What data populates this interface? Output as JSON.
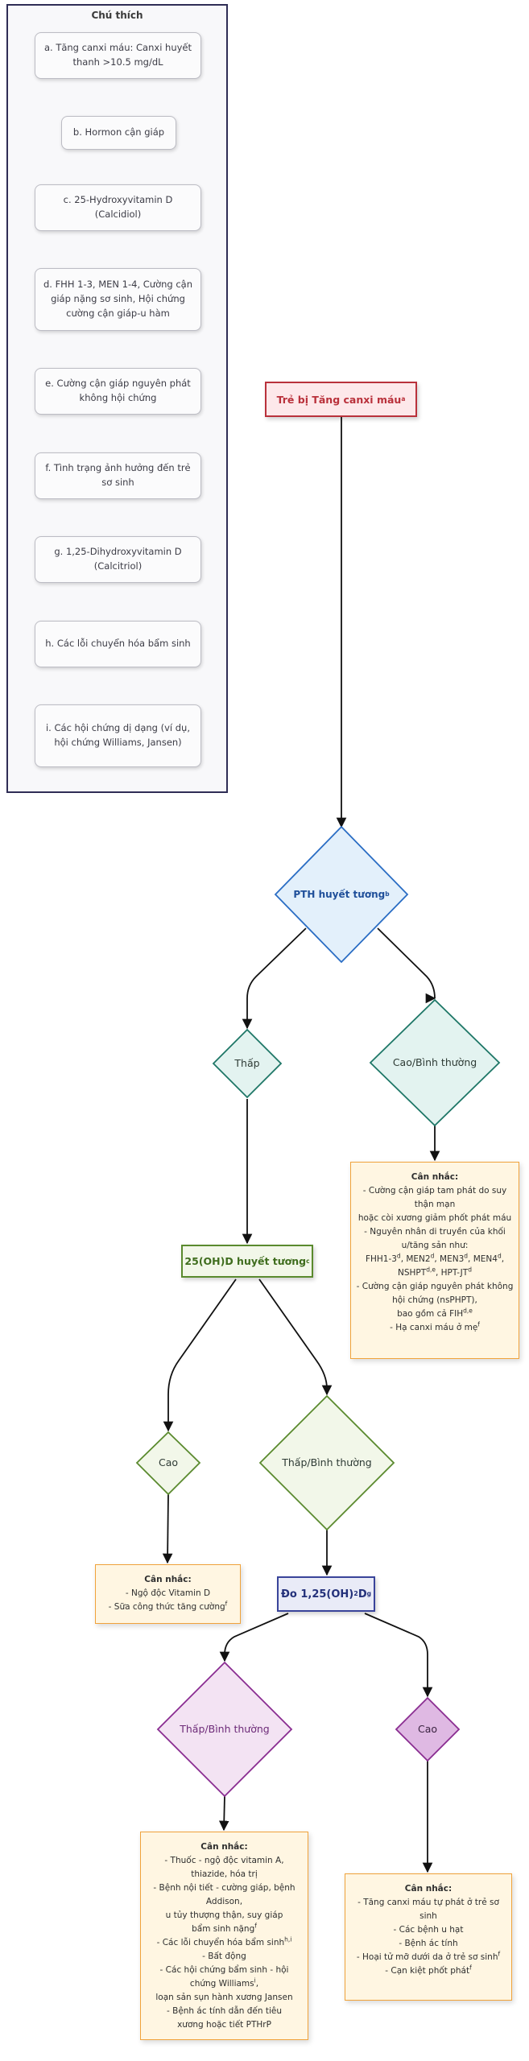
{
  "legend": {
    "title": "Chú thích",
    "items": [
      "a. Tăng canxi máu: Canxi huyết thanh >10.5 mg/dL",
      "b. Hormon cận giáp",
      "c. 25-Hydroxyvitamin D (Calcidiol)",
      "d. FHH 1-3, MEN 1-4, Cường cận giáp nặng sơ sinh, Hội chứng cường cận giáp-u hàm",
      "e. Cường cận giáp nguyên phát không hội chứng",
      "f. Tình trạng ảnh hưởng đến trẻ sơ sinh",
      "g. 1,25-Dihydroxyvitamin D (Calcitriol)",
      "h. Các lỗi chuyển hóa bẩm sinh",
      "i. Các hội chứng dị dạng (ví dụ, hội chứng Williams, Jansen)"
    ]
  },
  "nodes": {
    "start": {
      "text": "Trẻ bị Tăng canxi máu",
      "sup": "a"
    },
    "pth": {
      "text": "PTH huyết tương",
      "sup": "b"
    },
    "pth_low": "Thấp",
    "pth_high": "Cao/Bình thường",
    "vitd25": {
      "text": "25(OH)D huyết tương",
      "sup": "c"
    },
    "vitd25_high": "Cao",
    "vitd25_lownormal": "Thấp/Bình thường",
    "calcitriol": {
      "pre": "Đo 1,25(OH)",
      "sub": "2",
      "mid": "D",
      "sup": "g"
    },
    "calcitriol_lownormal": "Thấp/Bình thường",
    "calcitriol_high": "Cao"
  },
  "notes": {
    "title": "Cân nhắc:",
    "pth_high": [
      {
        "t": "- Cường cận giáp tam phát do suy thận mạn"
      },
      {
        "t": "hoặc còi xương giảm phốt phát máu"
      },
      {
        "t": "- Nguyên nhân di truyền của khối u/tăng sản như:"
      },
      {
        "parts": [
          [
            "FHH1-3",
            "d"
          ],
          [
            ", MEN2",
            "d"
          ],
          [
            ", MEN3",
            "d"
          ],
          [
            ", MEN4",
            "d"
          ],
          [
            ",",
            ""
          ]
        ]
      },
      {
        "parts": [
          [
            "NSHPT",
            "d,e"
          ],
          [
            ", HPT-JT",
            "d"
          ]
        ]
      },
      {
        "t": "- Cường cận giáp nguyên phát không hội chứng (nsPHPT),"
      },
      {
        "parts": [
          [
            "bao gồm cả FIH",
            "d,e"
          ]
        ]
      },
      {
        "parts": [
          [
            "- Hạ canxi máu ở mẹ",
            "f"
          ]
        ]
      }
    ],
    "vitd_high": [
      {
        "t": "- Ngộ độc Vitamin D"
      },
      {
        "parts": [
          [
            "- Sữa công thức tăng cường",
            "f"
          ]
        ]
      }
    ],
    "calcitriol_lownormal": [
      {
        "t": "- Thuốc - ngộ độc vitamin A, thiazide, hóa trị"
      },
      {
        "t": "- Bệnh nội tiết - cường giáp, bệnh Addison,"
      },
      {
        "t": "u tủy thượng thận, suy giáp"
      },
      {
        "parts": [
          [
            "bẩm sinh nặng",
            "f"
          ]
        ]
      },
      {
        "parts": [
          [
            "- Các lỗi chuyển hóa bẩm sinh",
            "h,i"
          ]
        ]
      },
      {
        "t": "- Bất động"
      },
      {
        "t": "- Các hội chứng bẩm sinh - hội"
      },
      {
        "parts": [
          [
            "chứng Williams",
            "i"
          ],
          [
            ",",
            ""
          ]
        ]
      },
      {
        "t": "loạn sản sụn hành xương Jansen"
      },
      {
        "t": "- Bệnh ác tính dẫn đến tiêu"
      },
      {
        "t": "xương hoặc tiết PTHrP"
      }
    ],
    "calcitriol_high": [
      {
        "t": "- Tăng canxi máu tự phát ở trẻ sơ sinh"
      },
      {
        "t": "- Các bệnh u hạt"
      },
      {
        "t": "- Bệnh ác tính"
      },
      {
        "parts": [
          [
            "- Hoại tử mỡ dưới da ở trẻ sơ sinh",
            "f"
          ]
        ]
      },
      {
        "parts": [
          [
            "- Cạn kiệt phốt phát",
            "f"
          ]
        ]
      }
    ]
  },
  "colors": {
    "start_fill": "#fde8ea",
    "start_border": "#b9313b",
    "start_text": "#b9313b",
    "pth_fill": "#e3f0fb",
    "pth_border": "#2a6dc4",
    "pth_text": "#1f4f9a",
    "teal_fill": "#e3f3f0",
    "teal_border": "#1e7767",
    "green_fill": "#f2f7e9",
    "green_border": "#5a8a2e",
    "green_text": "#3f6d1e",
    "blue_fill": "#e9ebf7",
    "blue_border": "#39449a",
    "blue_text": "#23307a",
    "purple_fill": "#f3e3f3",
    "purple_border": "#8a2d91",
    "purple_text": "#6d2b78",
    "purple2_fill": "#dfb9e3",
    "note_fill": "#fff6e2",
    "note_border": "#f0a23a",
    "edge": "#111111"
  }
}
